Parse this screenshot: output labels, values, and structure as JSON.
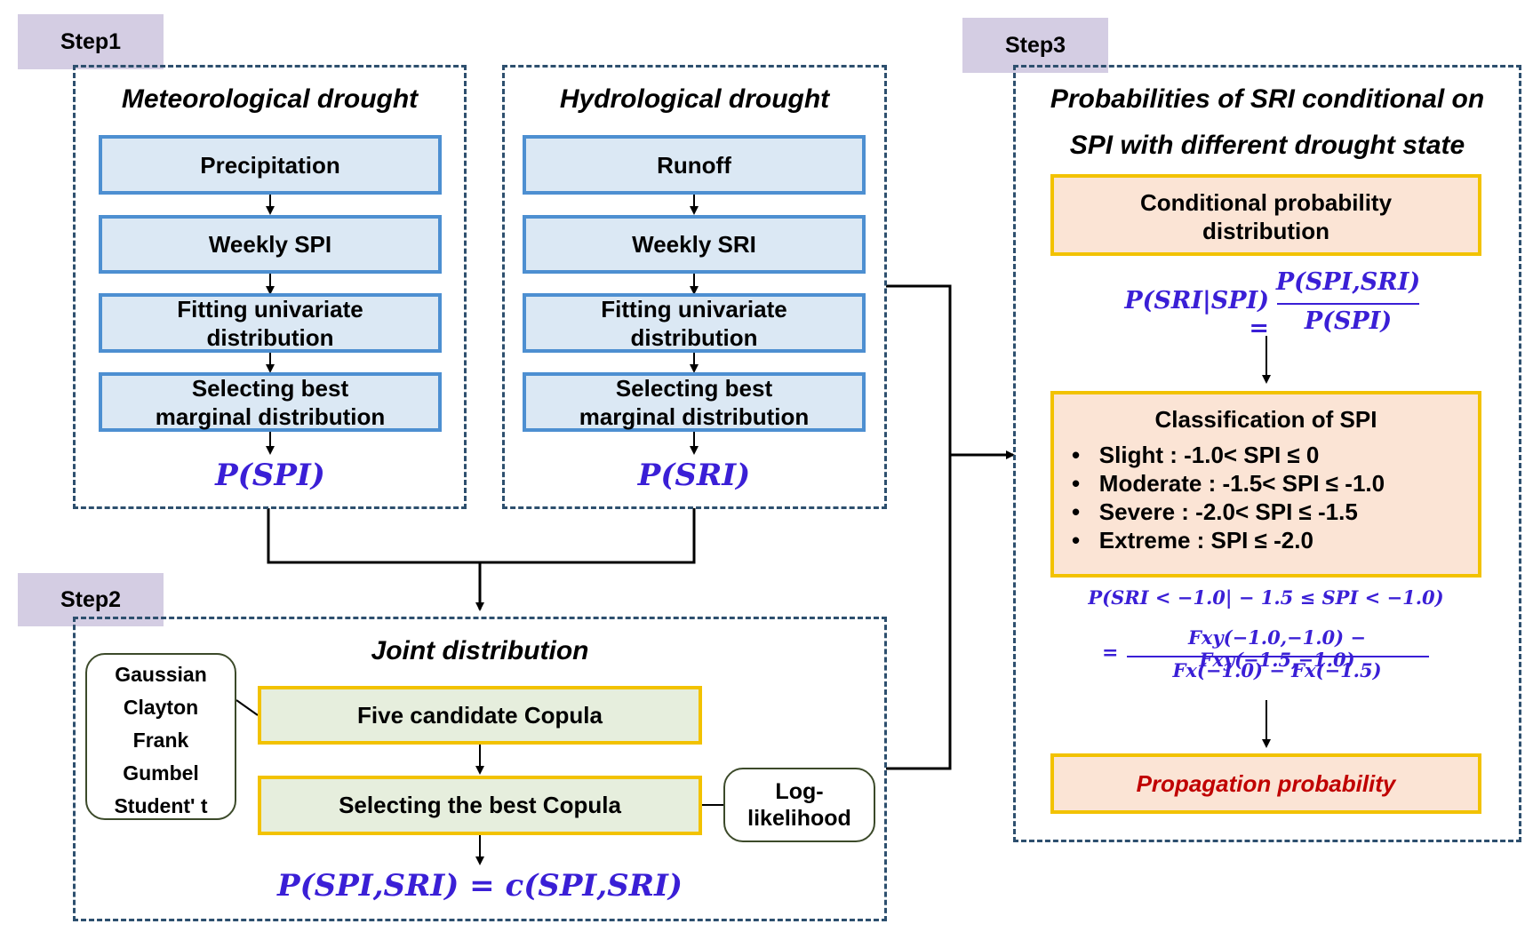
{
  "steps": {
    "step1": {
      "label": "Step1"
    },
    "step2": {
      "label": "Step2"
    },
    "step3": {
      "label": "Step3"
    }
  },
  "meteorological": {
    "title": "Meteorological drought",
    "boxes": [
      "Precipitation",
      "Weekly SPI",
      "Fitting univariate\ndistribution",
      "Selecting best\nmarginal distribution"
    ],
    "output": "P(SPI)"
  },
  "hydrological": {
    "title": "Hydrological drought",
    "boxes": [
      "Runoff",
      "Weekly SRI",
      "Fitting univariate\ndistribution",
      "Selecting best\nmarginal distribution"
    ],
    "output": "P(SRI)"
  },
  "joint": {
    "title": "Joint distribution",
    "candidates_box": "Five candidate Copula",
    "best_box": "Selecting the best Copula",
    "copulas": [
      "Gaussian",
      "Clayton",
      "Frank",
      "Gumbel",
      "Student' t"
    ],
    "criterion": [
      "Log-",
      "likelihood"
    ],
    "formula": "P(SPI,SRI) = c(SPI,SRI)"
  },
  "conditional": {
    "title_line1": "Probabilities of SRI conditional on",
    "title_line2": "SPI with different drought state",
    "cond_box_line1": "Conditional probability",
    "cond_box_line2": "distribution",
    "formula_lhs": "P(SRI|SPI) =",
    "formula_num": "P(SPI,SRI)",
    "formula_den": "P(SPI)",
    "classification_title": "Classification of SPI",
    "classes": [
      "Slight : -1.0< SPI ≤ 0",
      "Moderate : -1.5< SPI ≤ -1.0",
      "Severe : -2.0< SPI ≤ -1.5",
      "Extreme : SPI ≤ -2.0"
    ],
    "example_line1": "P(SRI < −1.0| − 1.5 ≤ SPI < −1.0)",
    "example_eq": "=",
    "example_num": "Fxy(−1.0,−1.0) − Fxy(−1.5,−1.0)",
    "example_den": "Fx(−1.0) − Fx(−1.5)",
    "propagation": "Propagation probability"
  },
  "colors": {
    "tab": "#d4cde3",
    "panel_border": "#2d4f6e",
    "blue_fill": "#dbe8f4",
    "blue_border": "#4d8fd1",
    "yellow_border": "#f2c200",
    "green_fill": "#e6eedd",
    "peach_fill": "#fbe4d5",
    "math_color": "#3a1fd6",
    "propagation_color": "#c00000"
  }
}
